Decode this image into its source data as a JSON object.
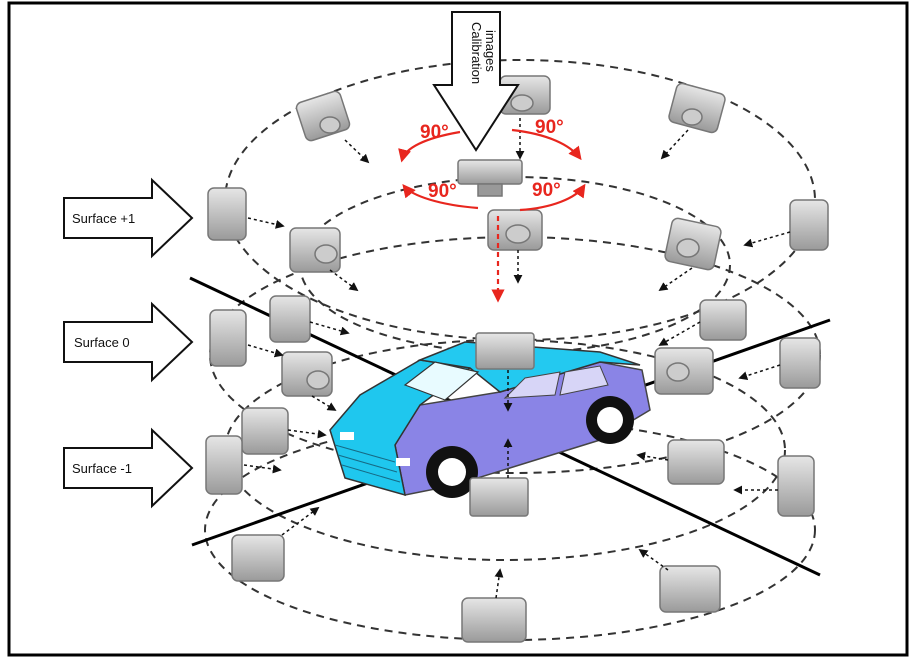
{
  "labels": {
    "calibration": [
      "Calibration",
      "images"
    ],
    "surfaces": [
      "Surface +1",
      "Surface 0",
      "Surface -1"
    ],
    "angles": [
      "90°",
      "90°",
      "90°",
      "90°"
    ]
  },
  "colors": {
    "frame": "#000000",
    "rotation": "#e8261e",
    "car_front": "#1fc7ee",
    "car_side": "#8a84e6",
    "camera_body": "#b8b8b8",
    "guide_line": "#555555"
  },
  "icons": [
    "camera-icon",
    "calibration-arrow-icon",
    "rotation-arrow-icon",
    "car-icon",
    "surface-arrow-icon"
  ]
}
